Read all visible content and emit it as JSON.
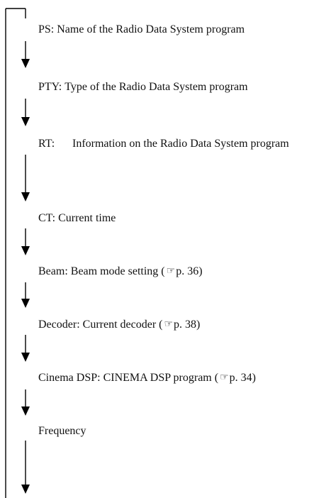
{
  "diagram": {
    "steps": [
      {
        "code": "PS:",
        "desc": "Name of the Radio Data System program"
      },
      {
        "code": "PTY:",
        "desc": "Type of the Radio Data System program"
      },
      {
        "code": "RT:",
        "desc": "Information on the Radio Data System program"
      },
      {
        "code": "CT:",
        "desc": "Current time"
      },
      {
        "code": "Beam:",
        "desc": "Beam mode setting (",
        "ref_icon": "pointing-hand-icon",
        "ref": "p. 36)"
      },
      {
        "code": "Decoder:",
        "desc": "Current decoder (",
        "ref_icon": "pointing-hand-icon",
        "ref": "p. 38)"
      },
      {
        "code": "Cinema DSP:",
        "desc": "CINEMA DSP program (",
        "ref_icon": "pointing-hand-icon",
        "ref": "p. 34)"
      },
      {
        "code": "Frequency",
        "desc": ""
      }
    ],
    "line_color": "#000000"
  }
}
